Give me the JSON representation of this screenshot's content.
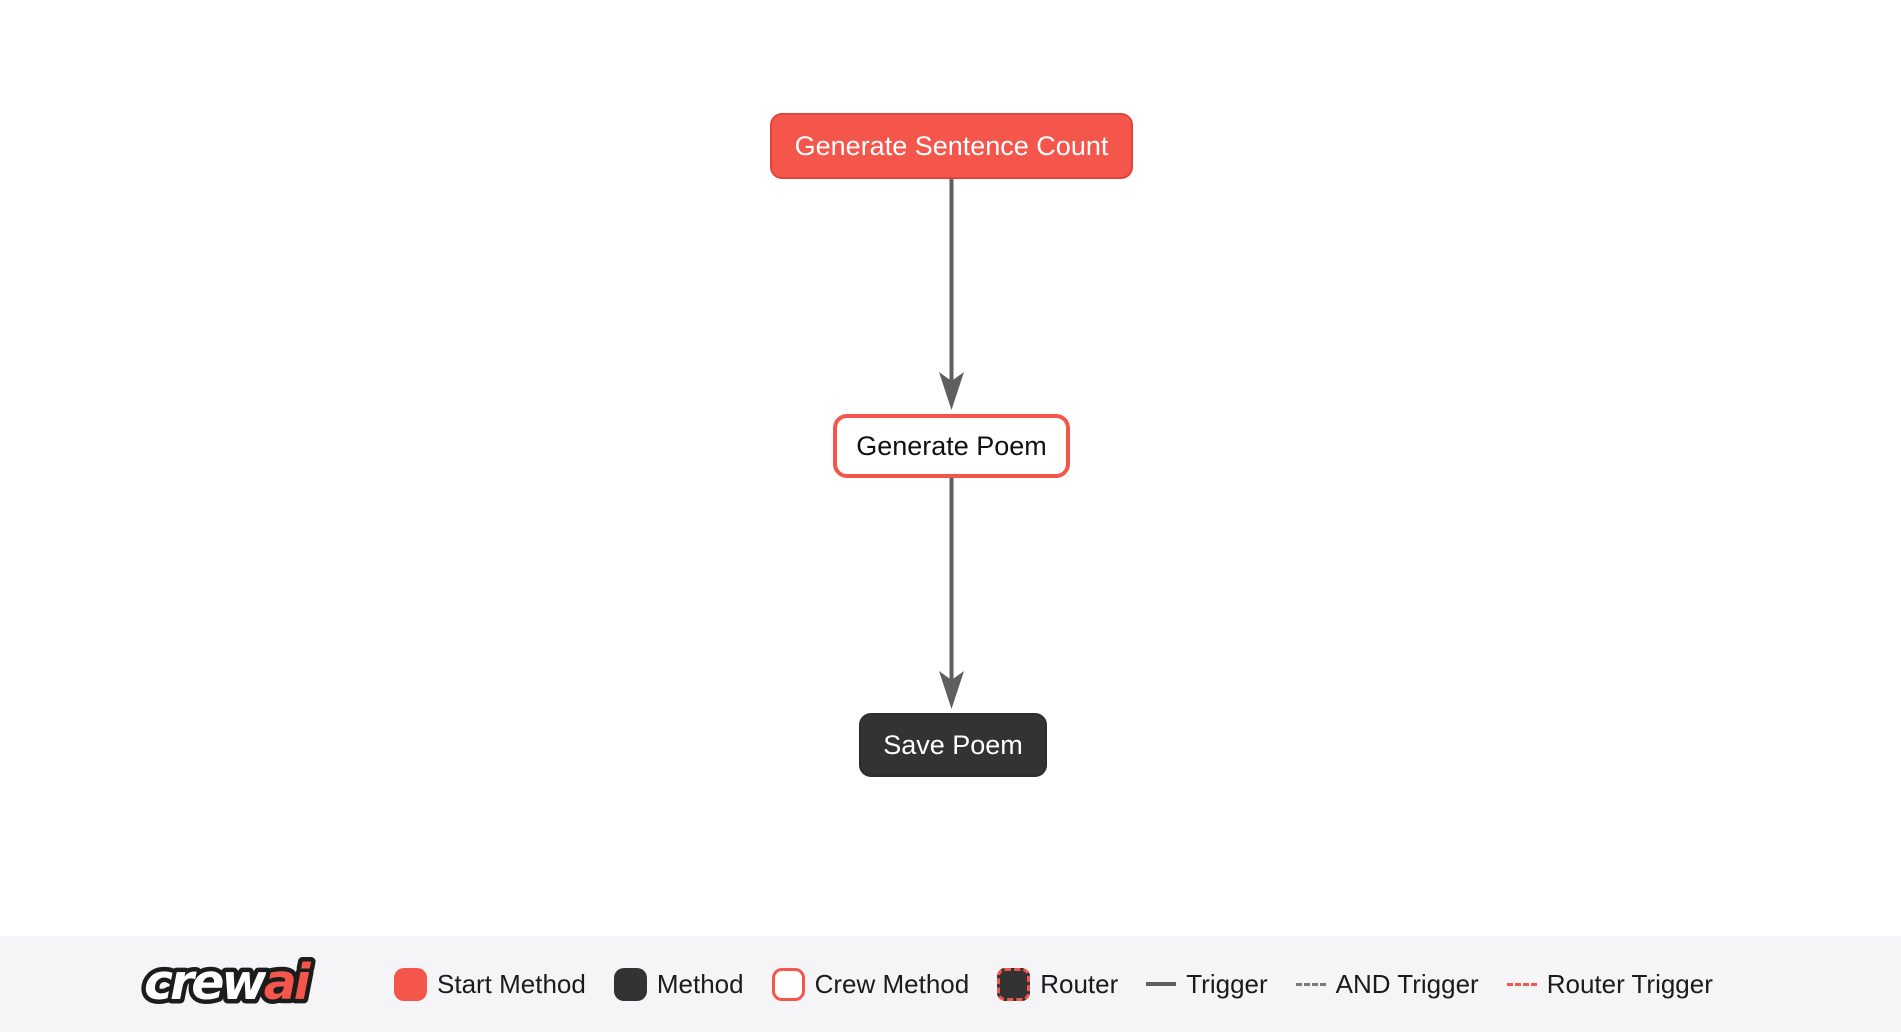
{
  "colors": {
    "accent_red": "#f4564c",
    "accent_red_border": "#e0443a",
    "dark_method": "#333333",
    "edge_gray": "#5f5f5f",
    "legend_background": "#f5f5f7",
    "canvas_background": "#ffffff",
    "legend_text": "#1b1b1b"
  },
  "flow": {
    "nodes": [
      {
        "label": "Generate Sentence Count",
        "type": "start-method"
      },
      {
        "label": "Generate Poem",
        "type": "crew-method"
      },
      {
        "label": "Save Poem",
        "type": "method"
      }
    ],
    "edges": [
      {
        "from": "Generate Sentence Count",
        "to": "Generate Poem",
        "type": "trigger"
      },
      {
        "from": "Generate Poem",
        "to": "Save Poem",
        "type": "trigger"
      }
    ]
  },
  "legend": {
    "logo": {
      "part1": "crew",
      "part2": "ai"
    },
    "items": [
      {
        "label": "Start Method",
        "swatch": "start-method-swatch"
      },
      {
        "label": "Method",
        "swatch": "method-swatch"
      },
      {
        "label": "Crew Method",
        "swatch": "crew-method-swatch"
      },
      {
        "label": "Router",
        "swatch": "router-swatch"
      },
      {
        "label": "Trigger",
        "swatch": "trigger-line-swatch"
      },
      {
        "label": "AND Trigger",
        "swatch": "and-trigger-line-swatch"
      },
      {
        "label": "Router Trigger",
        "swatch": "router-trigger-line-swatch"
      }
    ]
  }
}
